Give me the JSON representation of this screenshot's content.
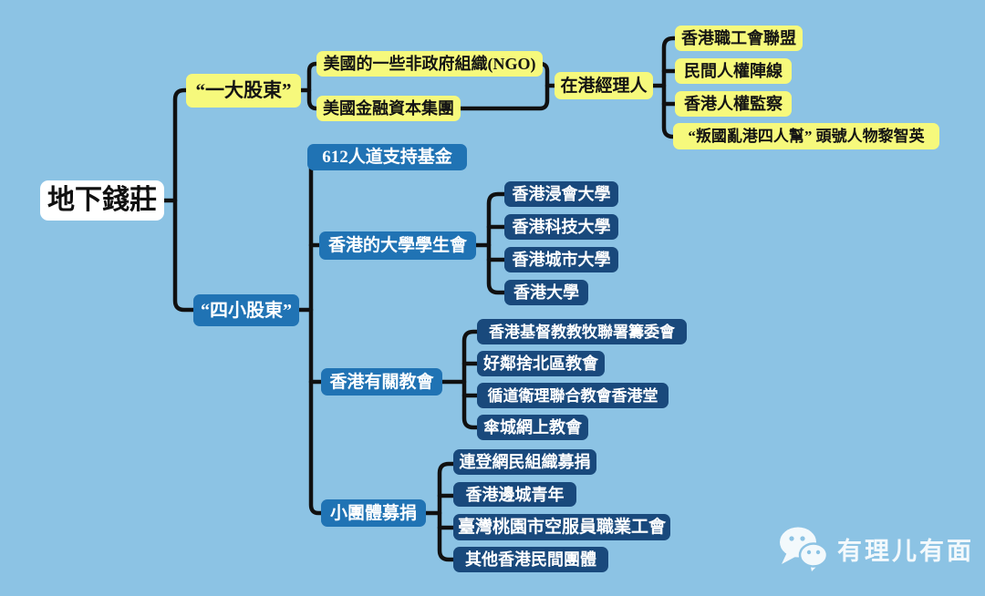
{
  "diagram": {
    "root": {
      "label": "地下錢莊"
    },
    "branches": [
      {
        "label": "“一大股東”",
        "children": [
          {
            "label": "美國的一些非政府組織(NGO)"
          },
          {
            "label": "美國金融資本集團"
          }
        ],
        "manager": {
          "label": "在港經理人",
          "children": [
            {
              "label": "香港職工會聯盟"
            },
            {
              "label": "民間人權陣線"
            },
            {
              "label": "香港人權監察"
            },
            {
              "label": "“叛國亂港四人幫” 頭號人物黎智英"
            }
          ]
        }
      },
      {
        "label": "“四小股東”",
        "children": [
          {
            "label": "612人道支持基金",
            "children": []
          },
          {
            "label": "香港的大學學生會",
            "children": [
              {
                "label": "香港浸會大學"
              },
              {
                "label": "香港科技大學"
              },
              {
                "label": "香港城市大學"
              },
              {
                "label": "香港大學"
              }
            ]
          },
          {
            "label": "香港有關教會",
            "children": [
              {
                "label": "香港基督教教牧聯署籌委會"
              },
              {
                "label": "好鄰捨北區教會"
              },
              {
                "label": "循道衛理聯合教會香港堂"
              },
              {
                "label": "傘城網上教會"
              }
            ]
          },
          {
            "label": "小團體募捐",
            "children": [
              {
                "label": "連登網民組織募捐"
              },
              {
                "label": "香港邊城青年"
              },
              {
                "label": "臺灣桃園市空服員職業工會"
              },
              {
                "label": "其他香港民間團體"
              }
            ]
          }
        ]
      }
    ]
  },
  "watermark": {
    "icon": "wechat-icon",
    "label": "有理儿有面"
  },
  "colors": {
    "background": "#8cc3e4",
    "yellow_node": "#f6f97c",
    "medium_blue_node": "#2073b4",
    "navy_node": "#19497c",
    "root_node": "#ffffff",
    "connector": "#101010",
    "text_dark": "#141414",
    "text_light": "#ffffff"
  }
}
